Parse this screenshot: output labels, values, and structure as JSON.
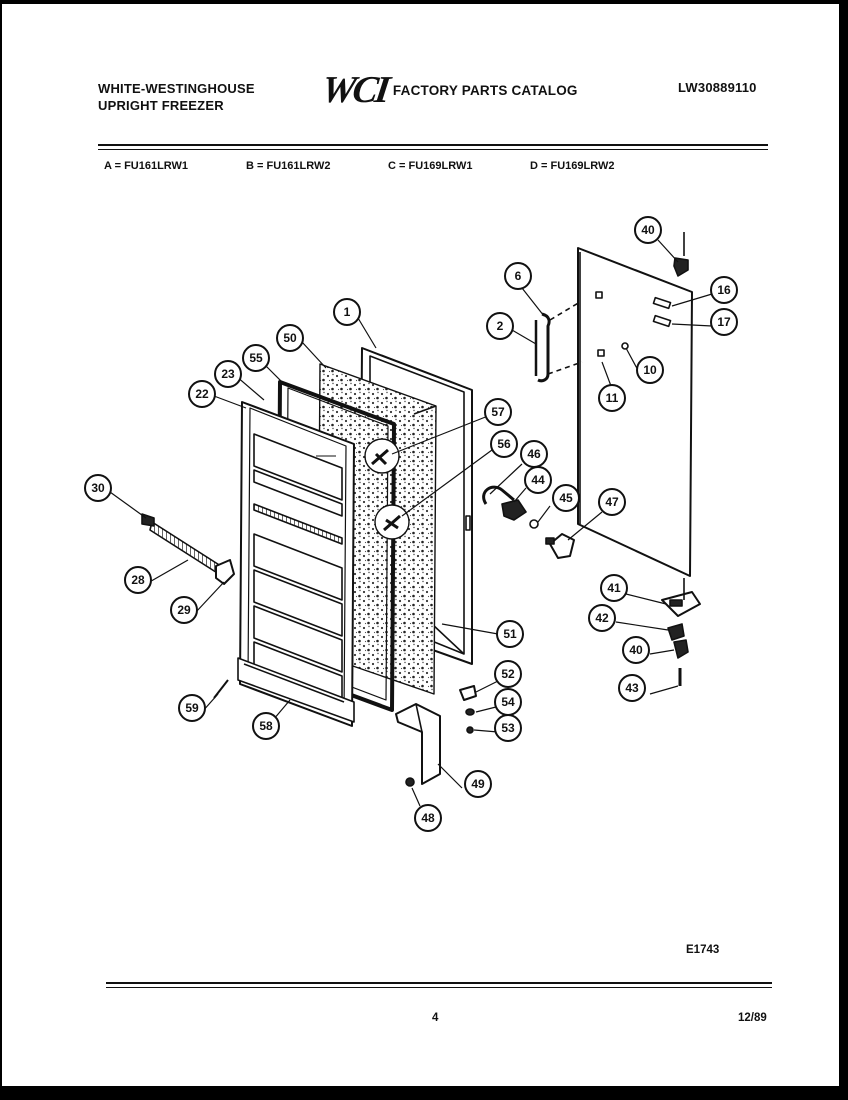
{
  "header": {
    "brand_line1": "WHITE-WESTINGHOUSE",
    "brand_line2": "UPRIGHT FREEZER",
    "logo": "WCI",
    "catalog_title": "FACTORY PARTS CATALOG",
    "catalog_number": "LW30889110"
  },
  "models": [
    {
      "label": "A = FU161LRW1"
    },
    {
      "label": "B = FU161LRW2"
    },
    {
      "label": "C = FU169LRW1"
    },
    {
      "label": "D = FU169LRW2"
    }
  ],
  "callouts": [
    "1",
    "2",
    "6",
    "10",
    "11",
    "16",
    "17",
    "22",
    "23",
    "28",
    "29",
    "30",
    "40",
    "41",
    "42",
    "40",
    "43",
    "44",
    "45",
    "46",
    "47",
    "48",
    "49",
    "50",
    "51",
    "52",
    "53",
    "54",
    "55",
    "56",
    "57",
    "58",
    "59"
  ],
  "footer": {
    "figure_id": "E1743",
    "page_number": "4",
    "date": "12/89"
  }
}
